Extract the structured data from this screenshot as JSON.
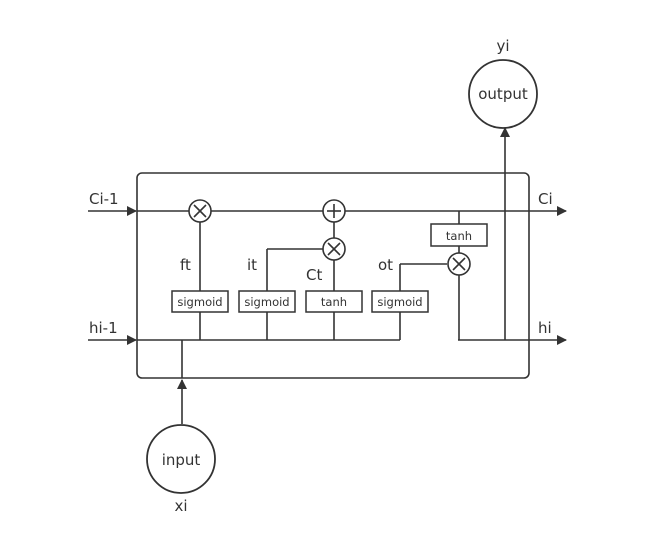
{
  "nodes": {
    "input": "input",
    "output": "output"
  },
  "labels": {
    "xi": "xi",
    "yi": "yi",
    "c_prev": "Ci-1",
    "c_next": "Ci",
    "h_prev": "hi-1",
    "h_next": "hi",
    "ft": "ft",
    "it": "it",
    "ct": "Ct",
    "ot": "ot"
  },
  "gates": {
    "forget": "sigmoid",
    "input": "sigmoid",
    "candidate": "tanh",
    "output": "sigmoid",
    "cell_out": "tanh"
  },
  "colors": {
    "stroke": "#333333",
    "background": "#ffffff"
  }
}
